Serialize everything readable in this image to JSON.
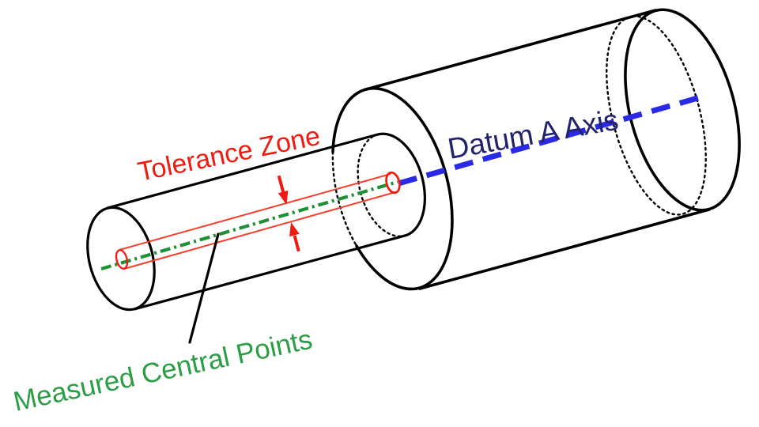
{
  "figure": {
    "labels": {
      "tolerance_zone": "Tolerance Zone",
      "datum_axis": "Datum A Axis",
      "measured_points": "Measured Central Points"
    },
    "colors": {
      "tolerance_red": "#ef1a10",
      "tube_red": "#f5402e",
      "datum_line_blue": "#2a2ae6",
      "datum_text_navy": "#23236b",
      "measured_line_green": "#1e9035",
      "measured_text_green": "#2a9d45",
      "outline_black": "#000000",
      "background": "#ffffff"
    }
  }
}
